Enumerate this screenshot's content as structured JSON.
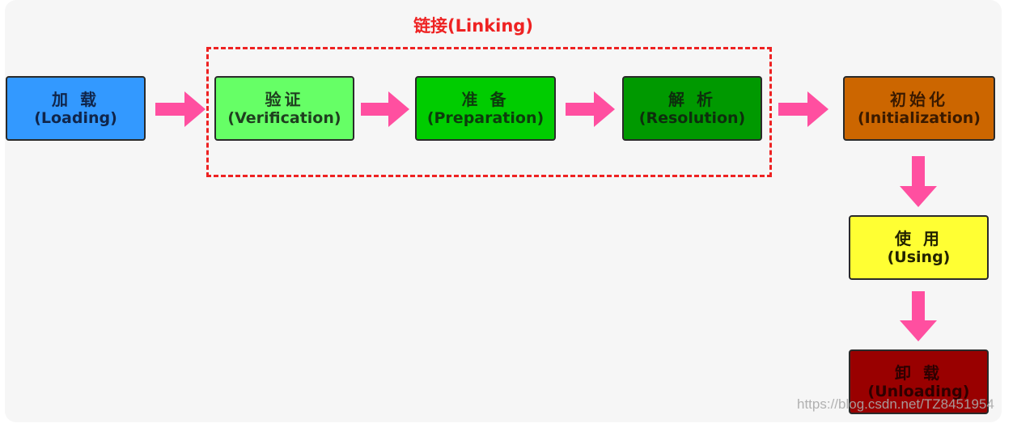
{
  "diagram": {
    "linking_label": "链接(Linking)",
    "stages": {
      "loading": {
        "zh": "加 载",
        "en": "(Loading)",
        "color": "#3399ff"
      },
      "verification": {
        "zh": "验证",
        "en": "(Verification)",
        "color": "#66ff66"
      },
      "preparation": {
        "zh": "准 备",
        "en": "(Preparation)",
        "color": "#00cc00"
      },
      "resolution": {
        "zh": "解 析",
        "en": "(Resolution)",
        "color": "#009900"
      },
      "initialization": {
        "zh": "初始化",
        "en": "(Initialization)",
        "color": "#cc6600"
      },
      "using": {
        "zh": "使 用",
        "en": "(Using)",
        "color": "#ffff33"
      },
      "unloading": {
        "zh": "卸 载",
        "en": "(Unloading)",
        "color": "#990000"
      }
    },
    "arrow_color": "#ff4fa0",
    "linking_frame_color": "#ee2222"
  },
  "watermark": "https://blog.csdn.net/TZ8451954"
}
